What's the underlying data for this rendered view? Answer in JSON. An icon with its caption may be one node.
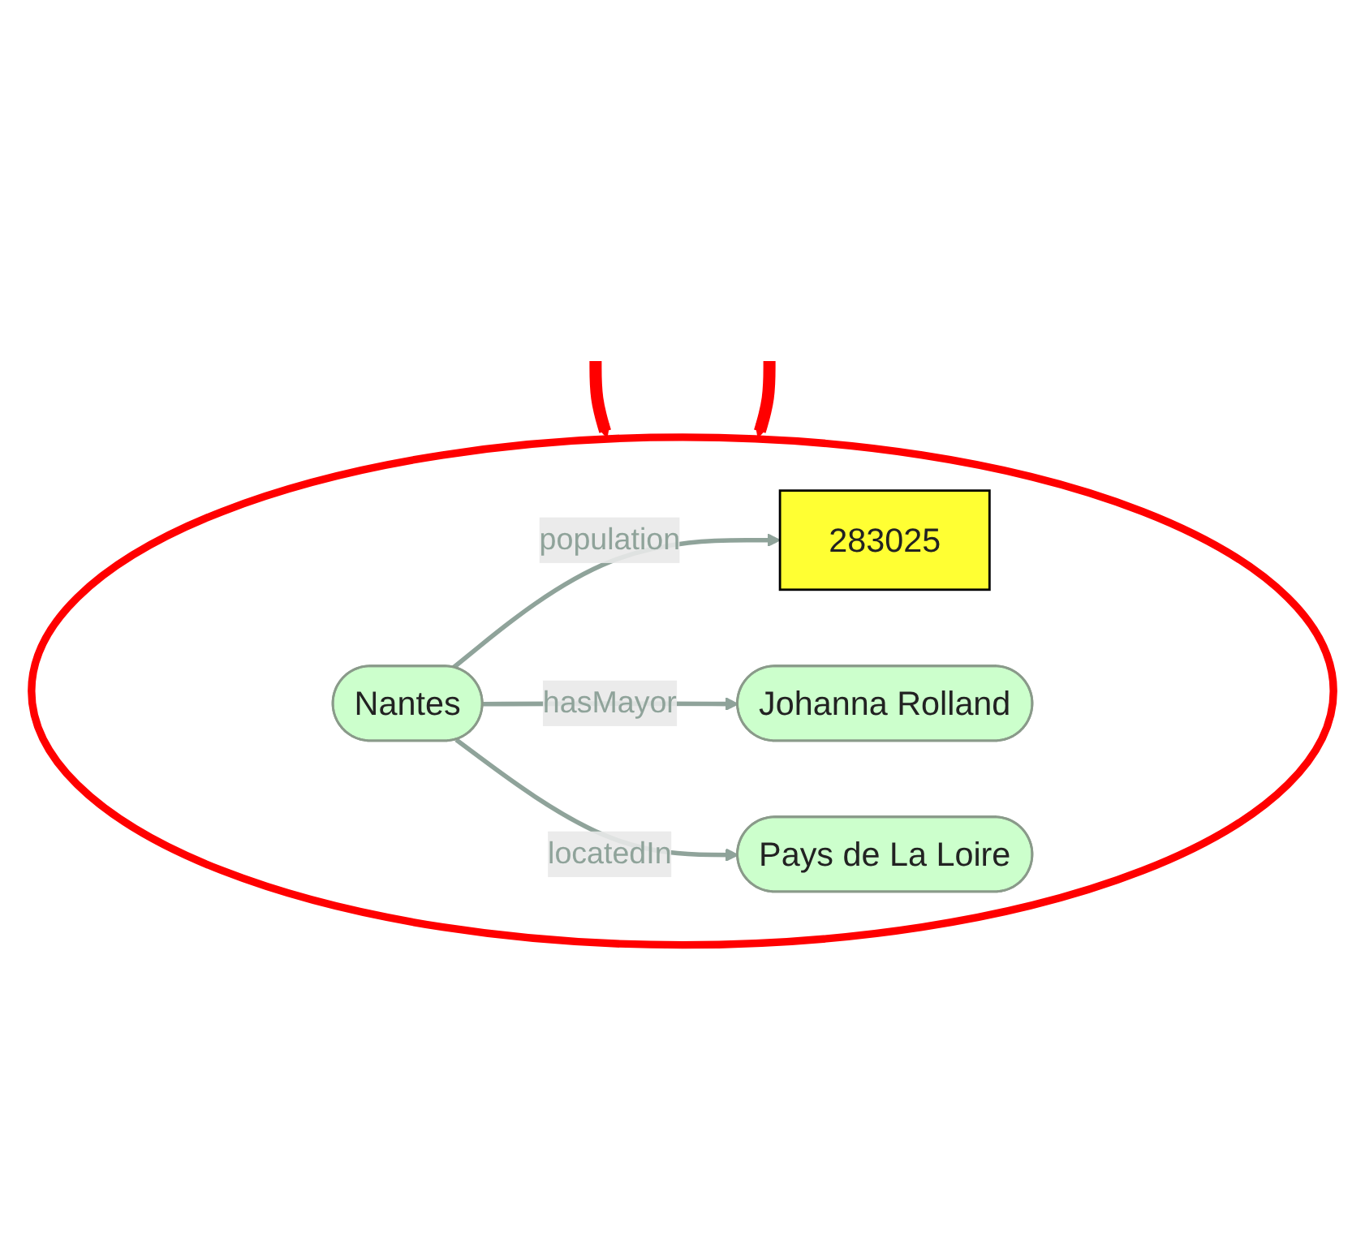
{
  "diagram": {
    "nodes": [
      {
        "text": [],
        "shape": "circle"
      },
      {
        "text": [
          "283025"
        ],
        "in": 0
      },
      {
        "text": [
          "Nantes"
        ],
        "in": 0
      },
      {
        "text": [
          "Johanna Rolland"
        ],
        "in": 0
      },
      {
        "text": [
          "Pays de La Loire"
        ],
        "in": 0
      }
    ],
    "edges": [
      {
        "from": null,
        "to": 0,
        "arrow": "to",
        "style": "thick",
        "color": "#ff0000"
      },
      {
        "from": null,
        "to": 0,
        "arrow": "to",
        "style": "thick",
        "color": "#ff0000"
      },
      {
        "from": 2,
        "to": 1,
        "arrow": "to",
        "label": "population"
      },
      {
        "from": 2,
        "to": 3,
        "arrow": "to",
        "label": "hasMayor"
      },
      {
        "from": 2,
        "to": 4,
        "arrow": "to",
        "label": "locatedIn"
      }
    ]
  }
}
